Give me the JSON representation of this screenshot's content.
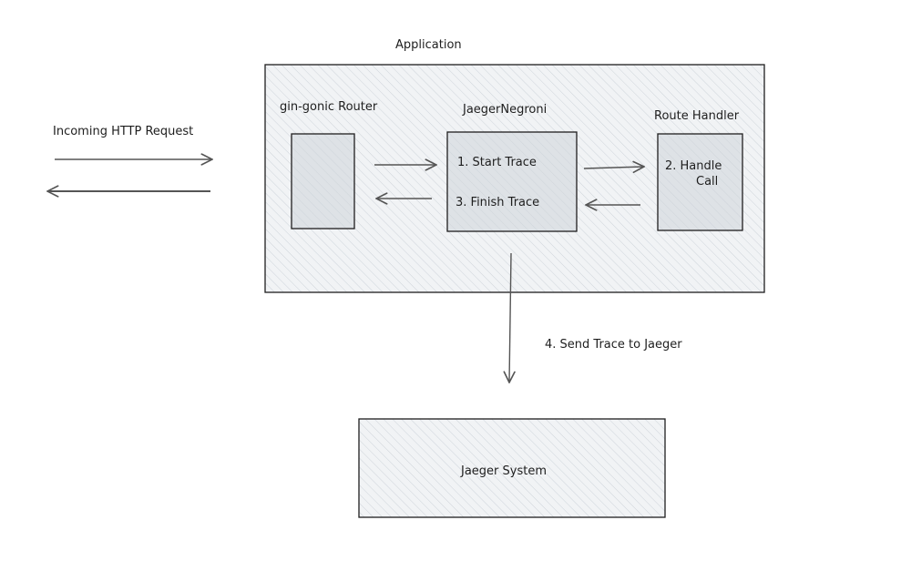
{
  "diagram": {
    "application_label": "Application",
    "incoming_request_label": "Incoming HTTP Request",
    "router": {
      "label": "gin-gonic Router"
    },
    "middleware": {
      "label": "JaegerNegroni",
      "step1": "1. Start Trace",
      "step3": "3. Finish Trace"
    },
    "handler": {
      "label": "Route Handler",
      "step2_line1": "2. Handle",
      "step2_line2": "Call"
    },
    "send_trace_label": "4. Send Trace to Jaeger",
    "jaeger": {
      "label": "Jaeger System"
    }
  },
  "colors": {
    "stroke": "#1e1e1e",
    "container_fill": "#f1f3f5",
    "box_fill": "#dee2e6",
    "hatch": "#ced4da",
    "arrow": "#555555"
  }
}
